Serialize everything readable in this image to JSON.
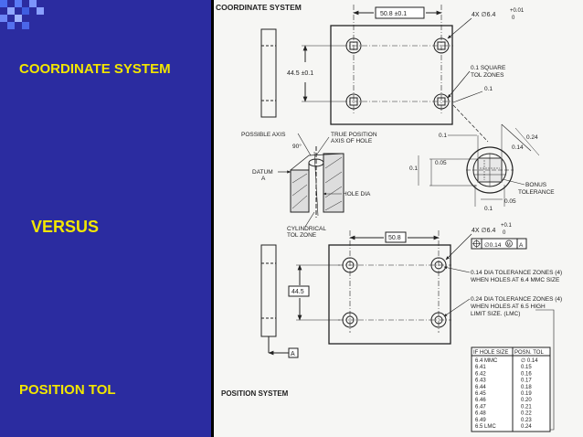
{
  "slide": {
    "left_labels": {
      "top": "COORDINATE SYSTEM",
      "middle": "VERSUS",
      "bottom": "POSITION TOL"
    },
    "colors": {
      "background": "#2b2ca0",
      "label": "#f2e600",
      "drawing_bg": "#f6f6f4",
      "ink": "#222222"
    }
  },
  "drawing": {
    "coord": {
      "title": "COORDINATE SYSTEM",
      "dim_horizontal": "50.8 ±0.1",
      "dim_vertical": "44.5 ±0.1",
      "hole_callout": "4X ∅6.4",
      "hole_tol_upper": "+0.01",
      "hole_tol_lower": "0",
      "zone_note_line1": "0.1 SQUARE",
      "zone_note_line2": "TOL ZONES",
      "zone_dim": "0.1"
    },
    "detail": {
      "possible_axis": "POSSIBLE AXIS",
      "true_position_line1": "TRUE POSITION",
      "true_position_line2": "AXIS OF HOLE",
      "angle": "90°",
      "datum_label": "DATUM",
      "datum_letter": "A",
      "hole_dia": "HOLE DIA",
      "cyl_zone_line1": "CYLINDRICAL",
      "cyl_zone_line2": "TOL ZONE"
    },
    "zones": {
      "d_01_top": "0.1",
      "d_024": "0.24",
      "d_014": "0.14",
      "d_005": "0.05",
      "d_01_left": "0.1",
      "bonus_line1": "BONUS",
      "bonus_line2": "TOLERANCE",
      "d_005_lower": "0.05",
      "d_01_bottom": "0.1"
    },
    "pos": {
      "title": "POSITION SYSTEM",
      "dim_horizontal": "50.8",
      "dim_vertical": "44.5",
      "hole_callout": "4X ∅6.4",
      "hole_tol_upper": "+0.1",
      "hole_tol_lower": "0",
      "fcf_tol": "∅0.14",
      "fcf_modifier": "M",
      "fcf_datum": "A",
      "datum_letter": "A",
      "note1_line1": "0.14 DIA TOLERANCE ZONES (4)",
      "note1_line2": "WHEN HOLES AT 6.4 MMC SIZE",
      "note2_line1": "0.24 DIA TOLERANCE ZONES (4)",
      "note2_line2": "WHEN HOLES AT 6.5 HIGH",
      "note2_line3": "LIMIT SIZE. (LMC)"
    },
    "table": {
      "headers": [
        "IF HOLE SIZE",
        "POSN. TOL"
      ],
      "rows": [
        [
          "6.4 MMC",
          "∅ 0.14"
        ],
        [
          "6.41",
          "0.15"
        ],
        [
          "6.42",
          "0.16"
        ],
        [
          "6.43",
          "0.17"
        ],
        [
          "6.44",
          "0.18"
        ],
        [
          "6.45",
          "0.19"
        ],
        [
          "6.46",
          "0.20"
        ],
        [
          "6.47",
          "0.21"
        ],
        [
          "6.48",
          "0.22"
        ],
        [
          "6.49",
          "0.23"
        ],
        [
          "6.5 LMC",
          "0.24"
        ]
      ]
    }
  }
}
